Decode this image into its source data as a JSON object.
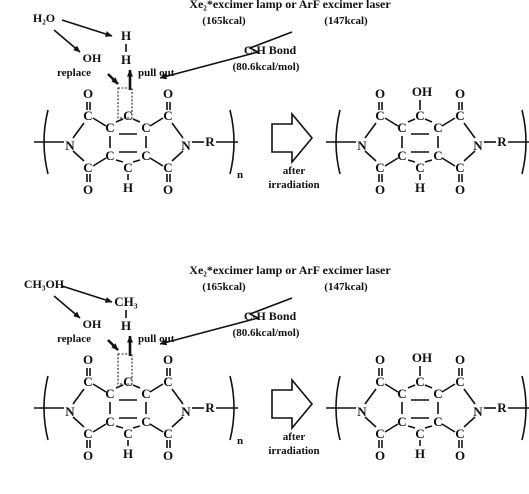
{
  "panels": [
    {
      "reagent": "H₂O",
      "source": "Xe₂*excimer lamp or ArF excimer laser",
      "lamp_energy": "(165kcal)",
      "laser_energy": "(147kcal)",
      "bond_name": "C-H  Bond",
      "bond_energy": "(80.6kcal/mol)",
      "oh": "OH",
      "replace": "replace",
      "pull_out": "pull out",
      "leaving_top": "H",
      "leaving_bottom": "H",
      "process": [
        "after",
        "irradiation"
      ]
    },
    {
      "reagent": "CH₃OH",
      "source": "Xe₂*excimer lamp or ArF excimer laser",
      "lamp_energy": "(165kcal)",
      "laser_energy": "(147kcal)",
      "bond_name": "C-H  Bond",
      "bond_energy": "(80.6kcal/mol)",
      "oh": "OH",
      "replace": "replace",
      "pull_out": "pull out",
      "leaving_top": "CH₃",
      "leaving_bottom": "H",
      "process": [
        "after",
        "irradiation"
      ]
    }
  ],
  "atoms": {
    "O": "O",
    "N": "N",
    "C": "C",
    "H": "H",
    "R": "R",
    "n": "n",
    "OH": "OH"
  }
}
